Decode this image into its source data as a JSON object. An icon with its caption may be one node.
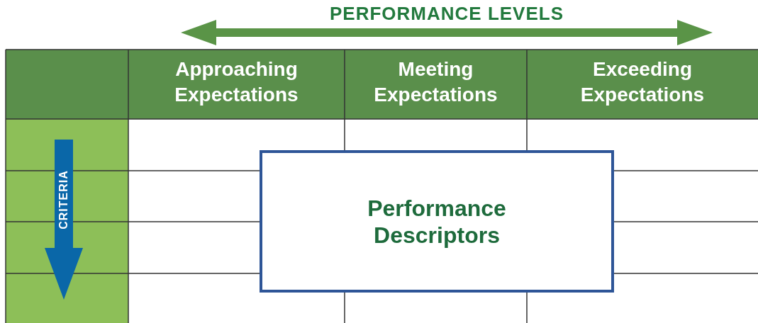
{
  "diagram": {
    "nodes": [
      {
        "text": [
          "Performance Descriptors"
        ]
      }
    ],
    "labels": [
      "PERFORMANCE LEVELS",
      "Approaching Expectations",
      "Meeting Expectations",
      "Exceeding Expectations",
      "CRITERIA"
    ]
  }
}
